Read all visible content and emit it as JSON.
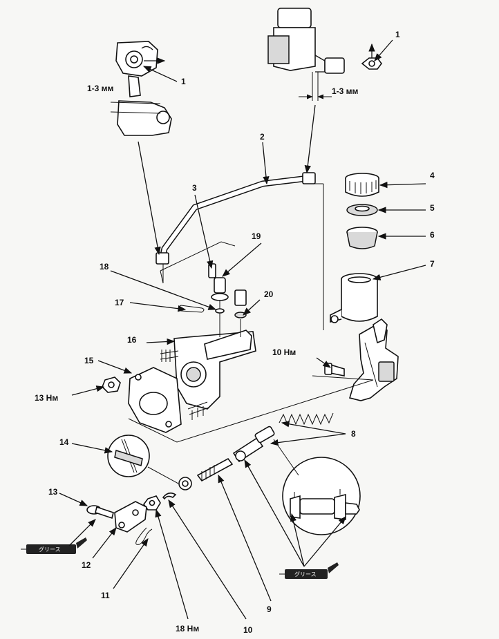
{
  "labels": {
    "n1a": "1",
    "n1b": "1",
    "gap_left": "1-3 мм",
    "gap_right": "1-3 мм",
    "n2": "2",
    "n3": "3",
    "n4": "4",
    "n5": "5",
    "n6": "6",
    "n7": "7",
    "n8": "8",
    "n9": "9",
    "n10": "10",
    "n11": "11",
    "n12": "12",
    "n13": "13",
    "n14": "14",
    "n15": "15",
    "n16": "16",
    "n17": "17",
    "n18": "18",
    "n19": "19",
    "n20": "20",
    "torque_10": "10 Нм",
    "torque_13": "13 Нм",
    "torque_18": "18 Нм"
  },
  "grease": {
    "left": "グリース",
    "right": "グリース"
  },
  "icons": [
    "grease-tube-icon",
    "arrow-icon"
  ]
}
